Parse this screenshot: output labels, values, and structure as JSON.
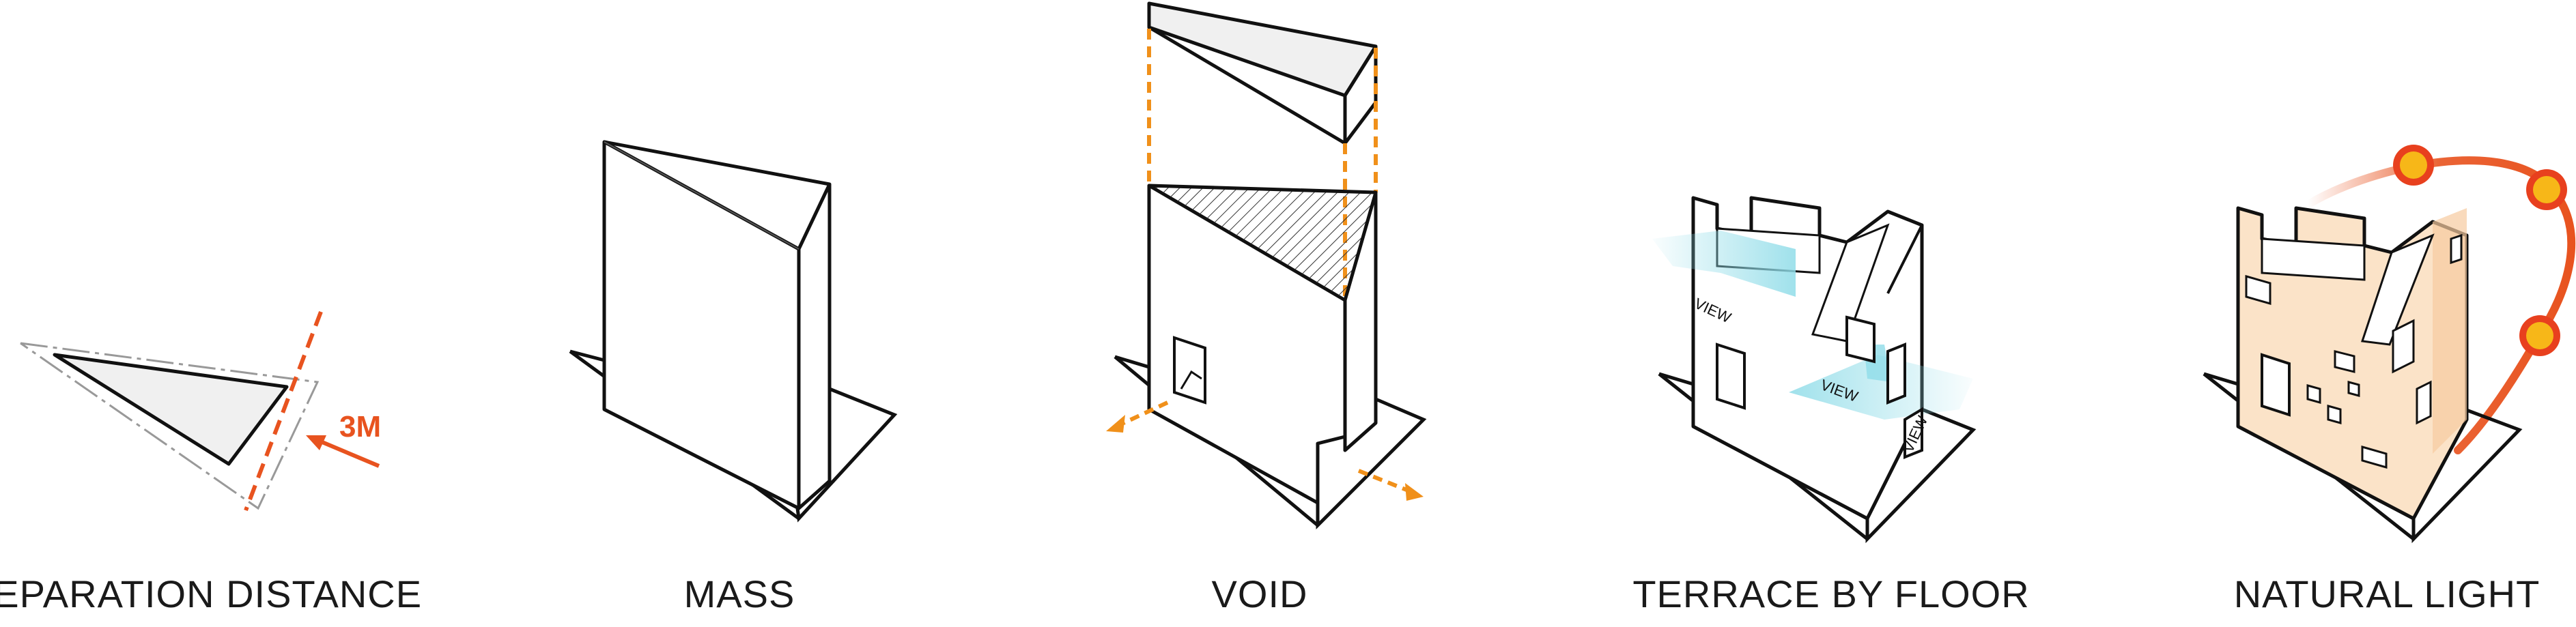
{
  "panels": [
    {
      "caption": "SEPARATION DISTANCE",
      "annotation": "3M"
    },
    {
      "caption": "MASS"
    },
    {
      "caption": "VOID"
    },
    {
      "caption": "TERRACE BY FLOOR",
      "view_labels": [
        "VIEW",
        "VIEW",
        "VIEW"
      ]
    },
    {
      "caption": "NATURAL LIGHT"
    }
  ],
  "colors": {
    "line": "#111111",
    "accent_orange": "#e8531f",
    "dash_orange": "#f0901a",
    "roof_gray": "#f0f0f0",
    "view_cyan": "#8fdce8",
    "light_fill": "#fbe3c8",
    "sun_red": "#e8401e",
    "sun_yellow": "#f7b718"
  }
}
